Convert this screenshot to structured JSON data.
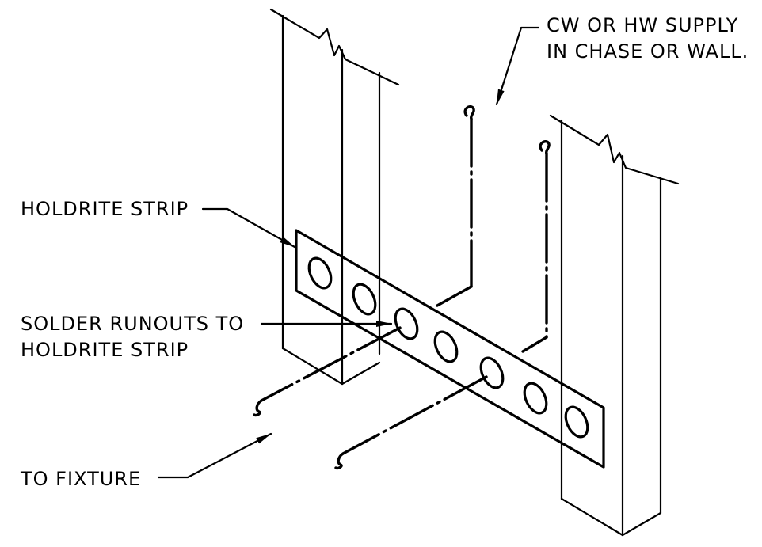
{
  "labels": {
    "supply_line1": "CW OR HW SUPPLY",
    "supply_line2": "IN CHASE OR WALL.",
    "holdrite": "HOLDRITE STRIP",
    "solder_line1": "SOLDER RUNOUTS TO",
    "solder_line2": "HOLDRITE STRIP",
    "fixture": "TO FIXTURE"
  }
}
